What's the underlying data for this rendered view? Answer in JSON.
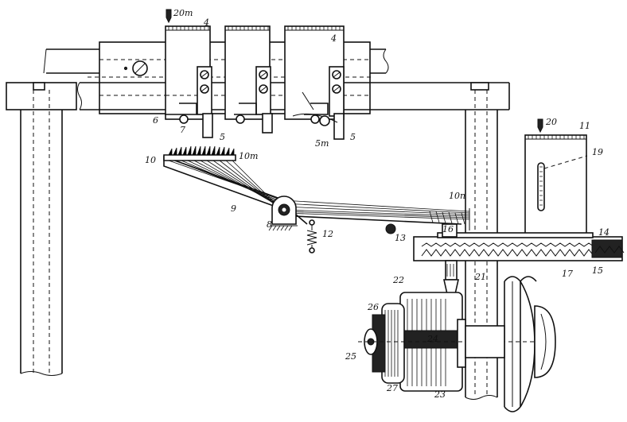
{
  "labels": {
    "l20m": "20m",
    "l4a": "4",
    "l4b": "4",
    "l6": "6",
    "l7": "7",
    "l5a": "5",
    "l5b": "5",
    "l5m": "5m",
    "l10": "10",
    "l10m": "10m",
    "l9": "9",
    "l8": "8",
    "l12": "12",
    "l13": "13",
    "l10n": "10n",
    "l16": "16",
    "l20": "20",
    "l11": "11",
    "l19": "19",
    "l14": "14",
    "l15": "15",
    "l17": "17",
    "l22": "22",
    "l21": "21",
    "l26": "26",
    "l24": "24",
    "l25": "25",
    "l27": "27",
    "l23": "23"
  }
}
